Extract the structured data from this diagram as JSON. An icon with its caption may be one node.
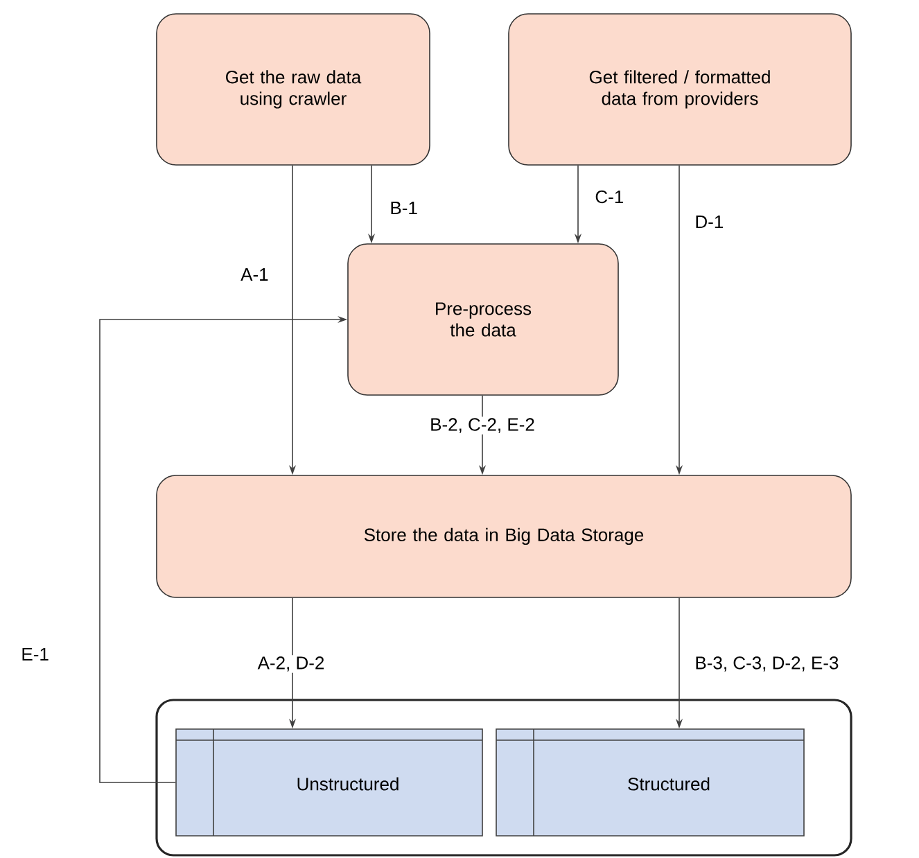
{
  "diagram": {
    "nodes": [
      {
        "text": [
          "Get the raw data using crawler"
        ]
      },
      {
        "text": [
          "Get filtered / formatted data from providers"
        ]
      },
      {
        "text": [
          "Pre-process the data"
        ]
      },
      {
        "text": [
          "Store the data in Big Data Storage"
        ]
      },
      {
        "text": [],
        "shape": "box"
      },
      {
        "text": [
          "Unstructured"
        ],
        "in": 4
      },
      {
        "text": [
          "Structured"
        ],
        "in": 4
      }
    ],
    "edges": [
      {
        "from": 0,
        "to": 3,
        "arrow": "to",
        "label": "A-1"
      },
      {
        "from": 0,
        "to": 2,
        "arrow": "to",
        "label": "B-1"
      },
      {
        "from": 1,
        "to": 2,
        "arrow": "to",
        "label": "C-1"
      },
      {
        "from": 1,
        "to": 3,
        "arrow": "to",
        "label": "D-1"
      },
      {
        "from": 2,
        "to": 3,
        "arrow": "to",
        "label": "B-2, C-2, E-2"
      },
      {
        "from": 3,
        "to": 5,
        "arrow": "to",
        "label": "A-2, D-2"
      },
      {
        "from": 3,
        "to": 6,
        "arrow": "to",
        "label": "B-3, C-3, D-2, E-3"
      },
      {
        "from": 5,
        "to": 2,
        "arrow": "to",
        "label": "E-1"
      }
    ]
  }
}
